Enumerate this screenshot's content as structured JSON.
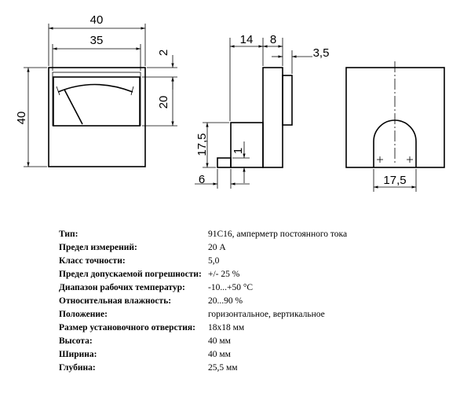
{
  "dimensions": {
    "front_width_outer": "40",
    "front_width_inner": "35",
    "front_height": "40",
    "front_top_gap": "2",
    "front_window_height": "20",
    "side_depth_a": "14",
    "side_depth_b": "8",
    "side_depth_c": "3,5",
    "side_stud_height": "17,5",
    "side_step": "1",
    "side_stud_offset": "6",
    "rear_cutout_width": "17,5"
  },
  "specs": [
    {
      "label": "Тип:",
      "value": "91С16, амперметр постоянного тока"
    },
    {
      "label": "Предел измерений:",
      "value": "20 А"
    },
    {
      "label": "Класс точности:",
      "value": "5,0"
    },
    {
      "label": "Предел допускаемой погрешности:",
      "value": "+/- 25 %"
    },
    {
      "label": "Диапазон рабочих температур:",
      "value": "-10...+50 °С"
    },
    {
      "label": "Относительная влажность:",
      "value": "20...90 %"
    },
    {
      "label": "Положение:",
      "value": "горизонтальное, вертикальное"
    },
    {
      "label": "Размер установочного отверстия:",
      "value": "18x18 мм"
    },
    {
      "label": "Высота:",
      "value": "40 мм"
    },
    {
      "label": "Ширина:",
      "value": "40 мм"
    },
    {
      "label": "Глубина:",
      "value": "25,5 мм"
    }
  ]
}
